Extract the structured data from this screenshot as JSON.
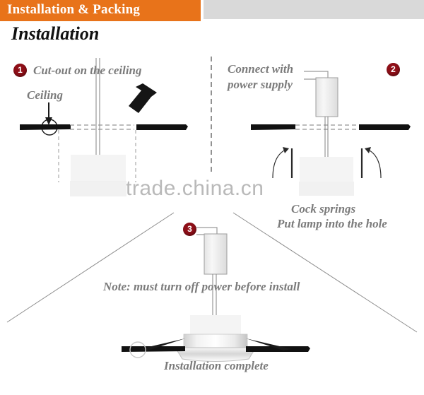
{
  "header": {
    "title": "Installation & Packing",
    "orange_color": "#e8731a",
    "gray_color": "#d9d9d9"
  },
  "section": {
    "title": "Installation"
  },
  "watermark": {
    "text": "trade.china.cn"
  },
  "badge_color": "#8f0f18",
  "steps": [
    {
      "number": "1",
      "caption": "Cut-out on the ceiling",
      "sub_label": "Ceiling"
    },
    {
      "number": "2",
      "caption_line1": "Connect with",
      "caption_line2": "power supply",
      "note_line1": "Cock springs",
      "note_line2": "Put lamp into the hole"
    },
    {
      "number": "3",
      "note": "Note: must turn off power before install",
      "result": "Installation complete"
    }
  ],
  "icons": {
    "arrow_down_left": "bold-arrow-icon",
    "small_down_arrow": "small-arrow-icon",
    "spring_arrow": "curved-arrow-icon"
  }
}
